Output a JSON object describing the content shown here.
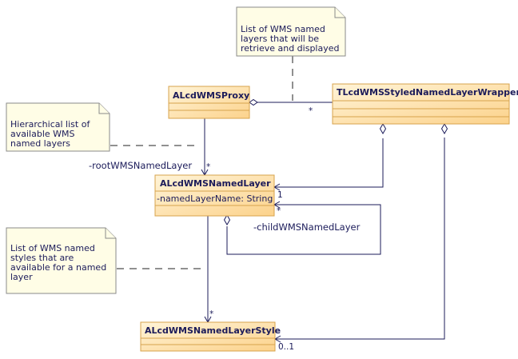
{
  "classes": {
    "proxy": {
      "name": "ALcdWMSProxy"
    },
    "wrapper": {
      "name": "TLcdWMSStyledNamedLayerWrapper"
    },
    "named_layer": {
      "name": "ALcdWMSNamedLayer",
      "attribute": "-namedLayerName: String"
    },
    "layer_style": {
      "name": "ALcdWMSNamedLayerStyle"
    }
  },
  "notes": {
    "top": [
      "List of WMS named",
      "layers that will be",
      "retrieve and displayed"
    ],
    "left": [
      "Hierarchical list of",
      "available WMS",
      "named layers"
    ],
    "bottom": [
      "List of WMS named",
      "styles that are",
      "available for a named",
      "layer"
    ]
  },
  "roles": {
    "root": "-rootWMSNamedLayer",
    "child": "-childWMSNamedLayer"
  },
  "multiplicities": {
    "proxy_wrapper": "*",
    "proxy_layer": "*",
    "wrapper_layer": "1",
    "child_layer": "*",
    "layer_style": "*",
    "wrapper_style": "0..1"
  }
}
